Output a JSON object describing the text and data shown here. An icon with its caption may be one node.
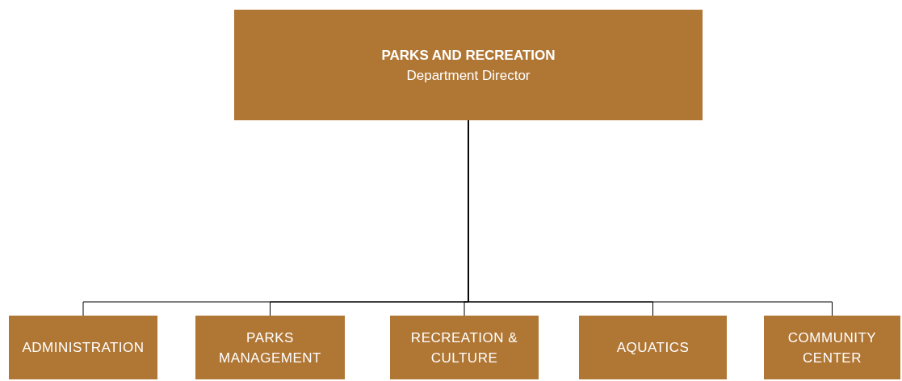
{
  "diagram": {
    "nodes": [
      {
        "text": [
          "PARKS AND RECREATION",
          "Department Director"
        ]
      },
      {
        "text": [
          "ADMINISTRATION"
        ]
      },
      {
        "text": [
          "PARKS MANAGEMENT"
        ]
      },
      {
        "text": [
          "RECREATION & CULTURE"
        ]
      },
      {
        "text": [
          "AQUATICS"
        ]
      },
      {
        "text": [
          "COMMUNITY CENTER"
        ]
      }
    ],
    "edges": [
      {
        "from": 0,
        "to": 1,
        "arrow": "none"
      },
      {
        "from": 0,
        "to": 2,
        "arrow": "none"
      },
      {
        "from": 0,
        "to": 3,
        "arrow": "none"
      },
      {
        "from": 0,
        "to": 4,
        "arrow": "none"
      },
      {
        "from": 0,
        "to": 5,
        "arrow": "none"
      }
    ]
  }
}
